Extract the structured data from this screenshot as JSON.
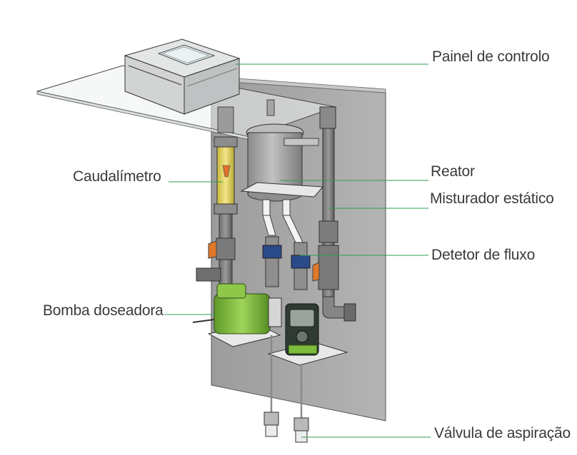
{
  "labels": {
    "control_panel": "Painel de controlo",
    "flowmeter": "Caudalímetro",
    "reactor": "Reator",
    "static_mixer": "Misturador estático",
    "flow_detector": "Detetor de fluxo",
    "dosing_pump": "Bomba doseadora",
    "suction_valve": "Válvula de aspiração"
  },
  "colors": {
    "leader_line": "#2e9e4f",
    "panel_board": "#a8a8a8",
    "pump_green": "#7dbb3a",
    "label_text": "#3a3a3a"
  }
}
